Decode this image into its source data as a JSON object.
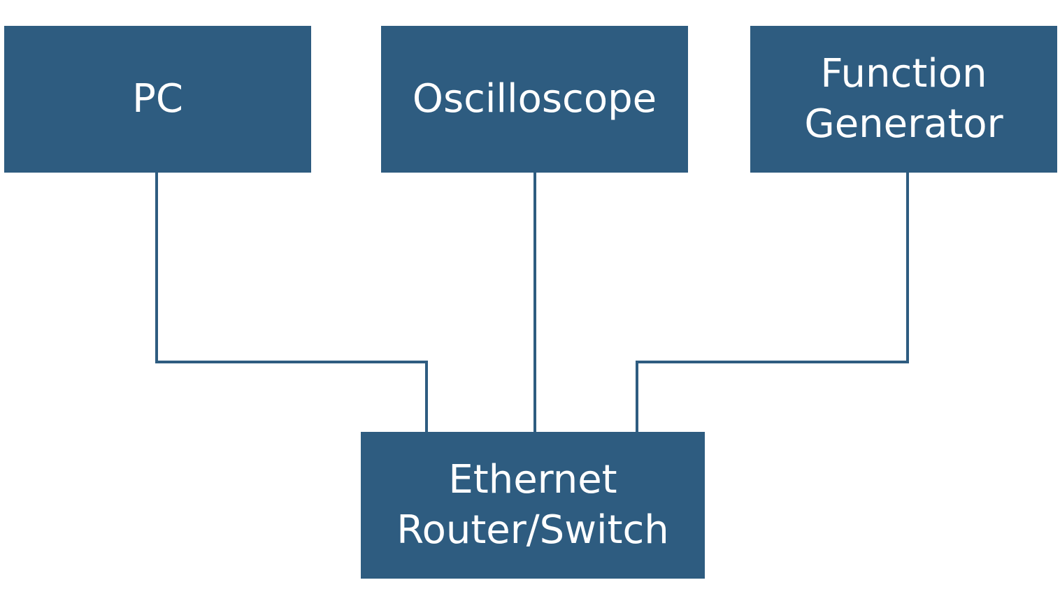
{
  "colors": {
    "node_fill": "#2e5c80",
    "connector": "#2e5c80",
    "background": "#ffffff",
    "text": "#ffffff"
  },
  "nodes": {
    "pc": {
      "lines": [
        "PC"
      ]
    },
    "oscilloscope": {
      "lines": [
        "Oscilloscope"
      ]
    },
    "function_generator": {
      "lines": [
        "Function",
        "Generator"
      ]
    },
    "router": {
      "lines": [
        "Ethernet",
        "Router/Switch"
      ]
    }
  },
  "connections": [
    {
      "from": "pc",
      "to": "router"
    },
    {
      "from": "oscilloscope",
      "to": "router"
    },
    {
      "from": "function_generator",
      "to": "router"
    }
  ]
}
